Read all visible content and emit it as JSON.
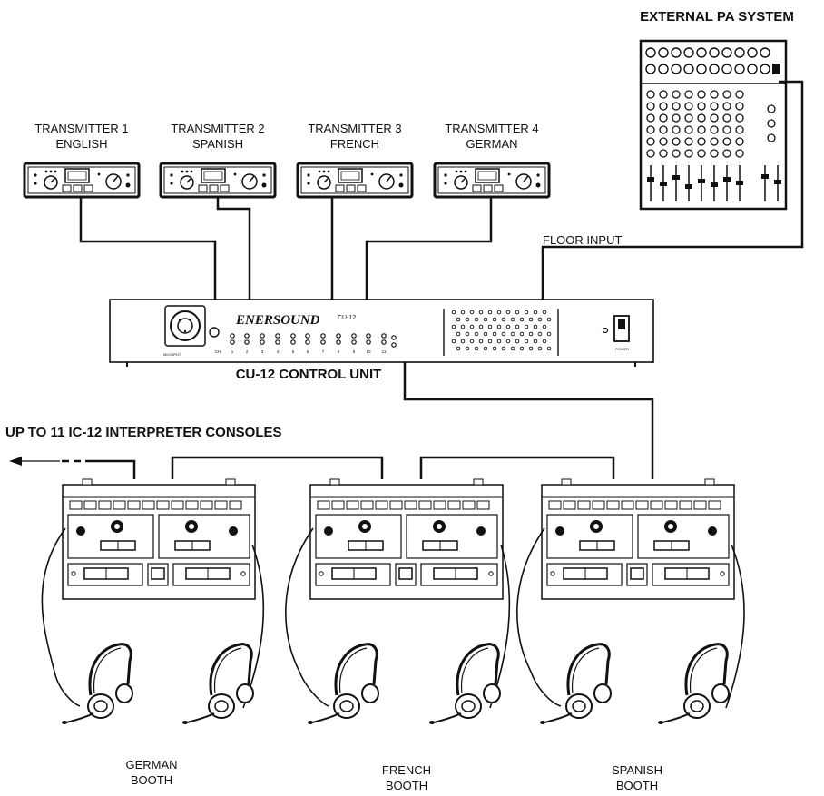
{
  "labels": {
    "external_pa": "EXTERNAL PA SYSTEM",
    "floor_input": "FLOOR INPUT",
    "control_unit": "CU-12 CONTROL UNIT",
    "consoles": "UP TO 11  IC-12 INTERPRETER CONSOLES"
  },
  "transmitters": [
    {
      "name": "TRANSMITTER 1",
      "language": "ENGLISH"
    },
    {
      "name": "TRANSMITTER 2",
      "language": "SPANISH"
    },
    {
      "name": "TRANSMITTER 3",
      "language": "FRENCH"
    },
    {
      "name": "TRANSMITTER 4",
      "language": "GERMAN"
    }
  ],
  "booths": [
    {
      "name": "GERMAN",
      "word": "BOOTH"
    },
    {
      "name": "FRENCH",
      "word": "BOOTH"
    },
    {
      "name": "SPANISH",
      "word": "BOOTH"
    }
  ],
  "control_unit_panel": {
    "brand": "ENERSOUND",
    "model": "CU-12",
    "mic_label": "MICINPUT",
    "power_label": "POWER",
    "channels": [
      "CH",
      "1",
      "2",
      "3",
      "4",
      "5",
      "6",
      "7",
      "8",
      "9",
      "10",
      "11"
    ]
  }
}
